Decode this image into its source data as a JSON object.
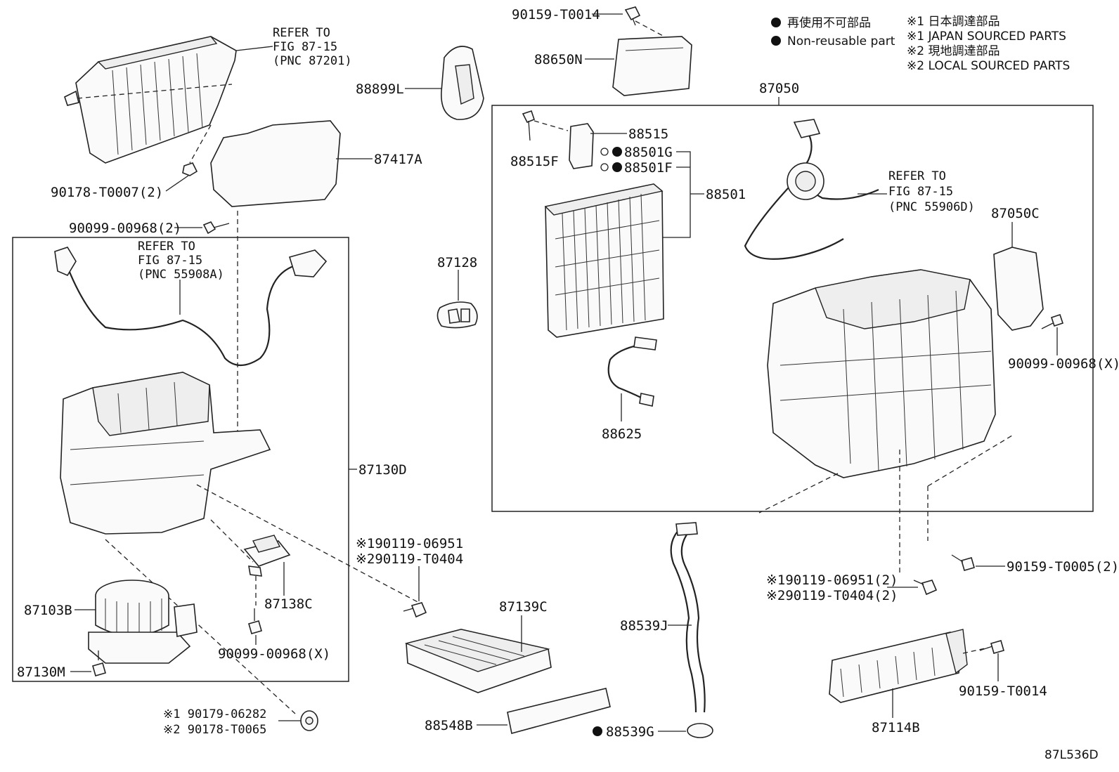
{
  "legend": {
    "non_reusable_jp": "再使用不可部品",
    "non_reusable_en": "Non-reusable part",
    "note1_jp": "※1 日本調達部品",
    "note1_en": "※1 JAPAN SOURCED PARTS",
    "note2_jp": "※2 現地調達部品",
    "note2_en": "※2 LOCAL SOURCED PARTS"
  },
  "refs": {
    "ref1": {
      "line1": "REFER TO",
      "line2": "FIG 87-15",
      "line3": "(PNC 87201)"
    },
    "ref2": {
      "line1": "REFER TO",
      "line2": "FIG 87-15",
      "line3": "(PNC 55908A)"
    },
    "ref3": {
      "line1": "REFER TO",
      "line2": "FIG 87-15",
      "line3": "(PNC 55906D)"
    }
  },
  "parts": {
    "p90159_t0014_top": "90159-T0014",
    "p88650n": "88650N",
    "p88899l": "88899L",
    "p87417a": "87417A",
    "p90178_t0007": "90178-T0007(2)",
    "p90099_00968_2": "90099-00968(2)",
    "p87128": "87128",
    "p87050": "87050",
    "p88515": "88515",
    "p88515f": "88515F",
    "p88501g": "88501G",
    "p88501f": "88501F",
    "p88501": "88501",
    "p87050c": "87050C",
    "p90099_00968_x_right": "90099-00968(X)",
    "p88625": "88625",
    "p87130d": "87130D",
    "p87103b": "87103B",
    "p87138c": "87138C",
    "p90099_00968_x_left": "90099-00968(X)",
    "p87130m": "87130M",
    "p90119_06951": "※190119-06951",
    "p90119_t0404": "※290119-T0404",
    "p87139c": "87139C",
    "p88548b": "88548B",
    "p90179_06282": "※1 90179-06282",
    "p90178_t0065": "※2 90178-T0065",
    "p88539j": "88539J",
    "p88539g": "88539G",
    "p90119_06951_2": "※190119-06951(2)",
    "p90119_t0404_2": "※290119-T0404(2)",
    "p90159_t0005": "90159-T0005(2)",
    "p90159_t0014_bottom": "90159-T0014",
    "p87114b": "87114B"
  },
  "footer": {
    "code": "87L536D"
  },
  "colors": {
    "line": "#222222",
    "background": "#ffffff"
  }
}
